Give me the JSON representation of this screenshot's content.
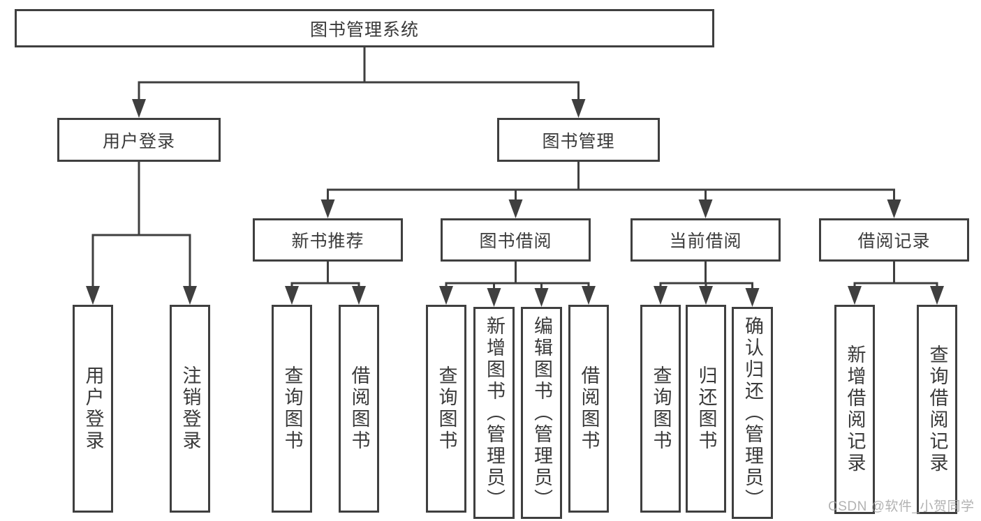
{
  "title": {
    "label": "图书管理系统"
  },
  "user_login": {
    "label": "用户登录",
    "leaves": [
      "用户登录",
      "注销登录"
    ]
  },
  "book_management": {
    "label": "图书管理"
  },
  "modules": {
    "new_book": {
      "label": "新书推荐",
      "leaves": [
        "查询图书",
        "借阅图书"
      ]
    },
    "borrowing": {
      "label": "图书借阅",
      "leaves": [
        "查询图书",
        "新增图书（管理员）",
        "编辑图书（管理员）",
        "借阅图书"
      ]
    },
    "current": {
      "label": "当前借阅",
      "leaves": [
        "查询图书",
        "归还图书",
        "确认归还（管理员）"
      ]
    },
    "records": {
      "label": "借阅记录",
      "leaves": [
        "新增借阅记录",
        "查询借阅记录"
      ]
    }
  },
  "watermark": "CSDN @软件_小贺同学",
  "colors": {
    "line": "#3f3f3f",
    "text": "#3a3a3a",
    "watermark": "#a5a5a5"
  }
}
